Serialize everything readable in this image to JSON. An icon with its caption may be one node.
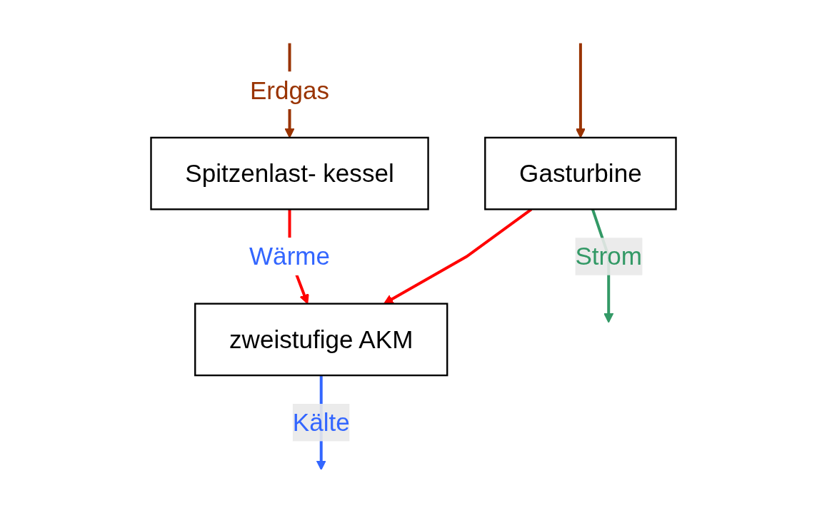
{
  "diagram": {
    "nodes": [
      {
        "text": [
          "Spitzenlast- kessel"
        ]
      },
      {
        "text": [
          "Gasturbine"
        ]
      },
      {
        "text": [
          "zweistufige AKM"
        ]
      }
    ],
    "edges": [
      {
        "from": null,
        "to": 0,
        "arrow": "to",
        "label": "Erdgas",
        "color": "#993300"
      },
      {
        "from": null,
        "to": 1,
        "arrow": "to",
        "color": "#993300"
      },
      {
        "from": 0,
        "to": 2,
        "arrow": "to",
        "label": "Wärme",
        "color": "#ff0000"
      },
      {
        "from": 1,
        "to": 2,
        "arrow": "to",
        "color": "#ff0000"
      },
      {
        "from": 1,
        "to": null,
        "arrow": "to",
        "label": "Strom",
        "color": "#339966"
      },
      {
        "from": 2,
        "to": null,
        "arrow": "to",
        "label": "Kälte",
        "color": "#3366ff"
      }
    ]
  }
}
